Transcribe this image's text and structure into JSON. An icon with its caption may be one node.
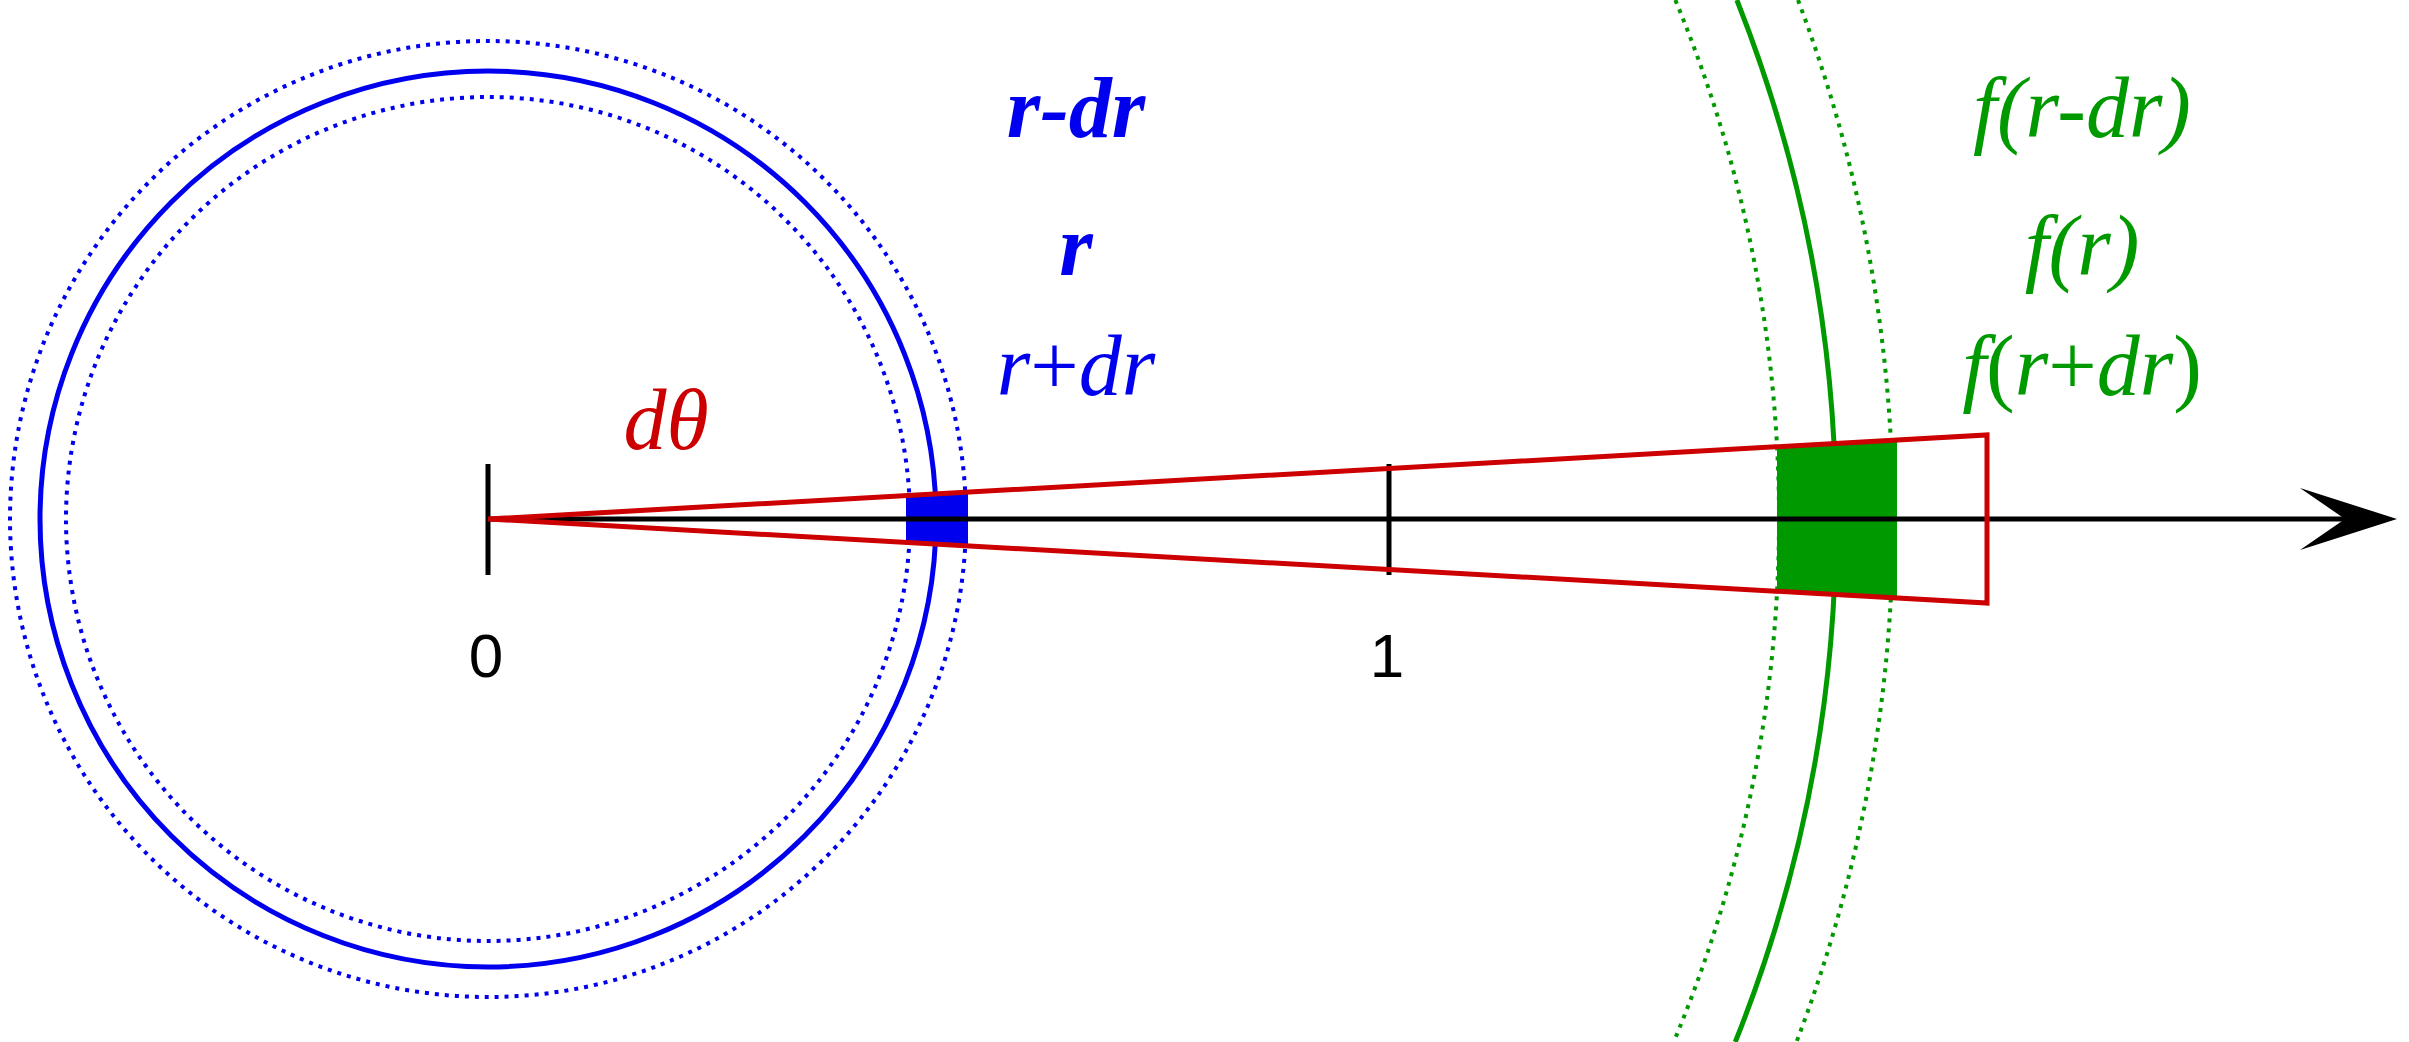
{
  "diagram": {
    "labels": [
      "r-dr",
      "f(r-dr)",
      "r",
      "f(r)",
      "*r*+*dr*",
      "*f*(*r*+*dr*)",
      "dθ",
      "0",
      "1"
    ]
  }
}
